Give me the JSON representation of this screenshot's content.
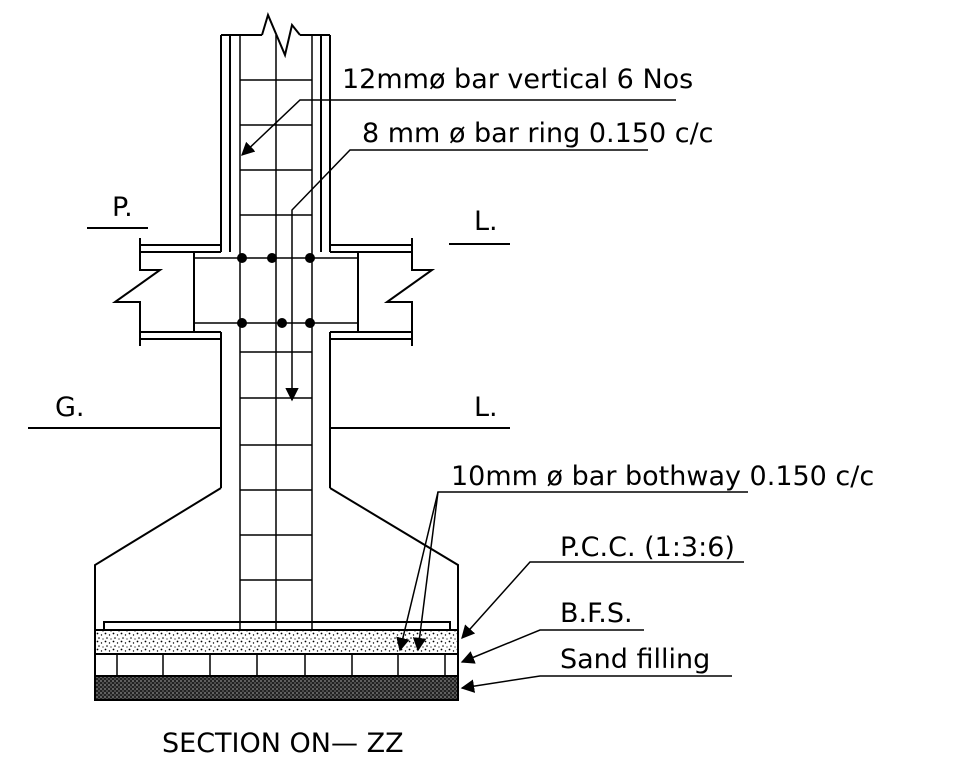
{
  "labels": {
    "vertical_bar": "12mmø bar vertical 6 Nos",
    "ring_bar": "8 mm ø bar ring 0.150 c/c",
    "plinth_left": "P.",
    "plinth_right": "L.",
    "ground_left": "G.",
    "ground_right": "L.",
    "bothway_bar": "10mm ø bar bothway 0.150 c/c",
    "pcc": "P.C.C. (1:3:6)",
    "bfs": "B.F.S.",
    "sand": "Sand filling",
    "section_title": "SECTION ON— ZZ"
  },
  "colors": {
    "line": "#000000",
    "background": "#ffffff"
  }
}
